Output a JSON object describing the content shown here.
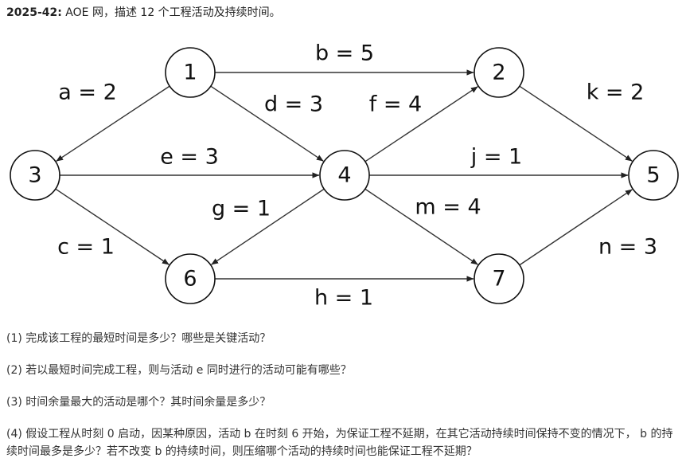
{
  "header": {
    "id": "2025-42:",
    "text": " AOE 网，描述 12 个工程活动及持续时间。"
  },
  "graph": {
    "nodes": [
      {
        "id": "1",
        "label": "1"
      },
      {
        "id": "2",
        "label": "2"
      },
      {
        "id": "3",
        "label": "3"
      },
      {
        "id": "4",
        "label": "4"
      },
      {
        "id": "5",
        "label": "5"
      },
      {
        "id": "6",
        "label": "6"
      },
      {
        "id": "7",
        "label": "7"
      }
    ],
    "edges": [
      {
        "from": "1",
        "to": "3",
        "label": "a = 2"
      },
      {
        "from": "1",
        "to": "2",
        "label": "b = 5"
      },
      {
        "from": "3",
        "to": "6",
        "label": "c = 1"
      },
      {
        "from": "1",
        "to": "4",
        "label": "d = 3"
      },
      {
        "from": "3",
        "to": "4",
        "label": "e = 3"
      },
      {
        "from": "4",
        "to": "2",
        "label": "f = 4"
      },
      {
        "from": "4",
        "to": "6",
        "label": "g = 1"
      },
      {
        "from": "6",
        "to": "7",
        "label": "h = 1"
      },
      {
        "from": "4",
        "to": "5",
        "label": "j = 1"
      },
      {
        "from": "2",
        "to": "5",
        "label": "k = 2"
      },
      {
        "from": "4",
        "to": "7",
        "label": "m = 4"
      },
      {
        "from": "7",
        "to": "5",
        "label": "n = 3"
      }
    ]
  },
  "questions": [
    "(1) 完成该工程的最短时间是多少？哪些是关键活动？",
    "(2) 若以最短时间完成工程，则与活动 e 同时进行的活动可能有哪些？",
    "(3) 时间余量最大的活动是哪个？其时间余量是多少？",
    "(4) 假设工程从时刻 0 启动，因某种原因，活动 b 在时刻 6 开始，为保证工程不延期，在其它活动持续时间保持不变的情况下， b 的持续时间最多是多少？若不改变 b 的持续时间，则压缩哪个活动的持续时间也能保证工程不延期？"
  ]
}
